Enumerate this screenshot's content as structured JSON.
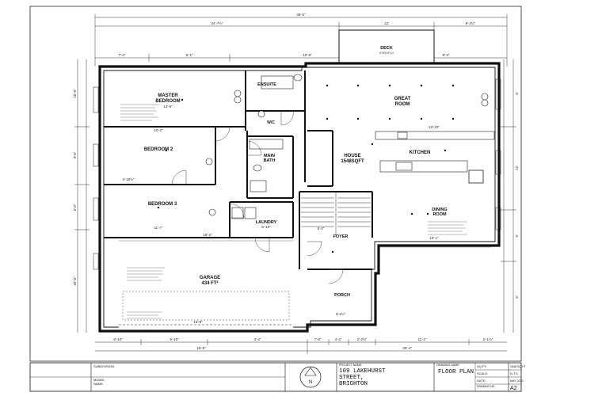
{
  "dimensions": {
    "overall_top": "45'-0\"",
    "top_left": "24'-7½\"",
    "top_mid": "12'",
    "top_right": "8'-4½\"",
    "row2": [
      "7'-4\"",
      "9'-1\"",
      "10'-6\"",
      "8'-4\""
    ],
    "bottom_row1": [
      "8'-10\"",
      "9'-10\"",
      "3'-4\"",
      "7'-6\"",
      "4'-4\"",
      "2'-3½\"",
      "11'-2\"",
      "2'-1½\""
    ],
    "bottom_row2": [
      "18'-8\"",
      "26'-4\""
    ],
    "left": [
      "10'-6\"",
      "9'-6\"",
      "6'-0\"",
      "20'-0\""
    ],
    "right": [
      "6'",
      "12'",
      "9'",
      "6'"
    ]
  },
  "rooms": {
    "deck": "DECK",
    "deck_size": "8'X8'(VIF)±4",
    "master": [
      "MASTER",
      "BEDROOM"
    ],
    "ensuite": "ENSUITE",
    "wic": "W/C",
    "great_room": [
      "GREAT",
      "ROOM"
    ],
    "bedroom2": "BEDROOM 2",
    "main_bath": [
      "MAIN",
      "BATH"
    ],
    "house": [
      "HOUSE",
      "1548SQFT"
    ],
    "kitchen": "KITCHEN",
    "bedroom3": "BEDROOM 3",
    "laundry": "LAUNDRY",
    "laundry_size": "6'-10\"",
    "dining": [
      "DINING",
      "ROOM"
    ],
    "foyer": "FOYER",
    "garage": [
      "GARAGE",
      "434 FT²"
    ],
    "porch": "PORCH"
  },
  "room_dims": {
    "master_w": "13'-6\"",
    "master_h": "10'-2\"",
    "great_w": "13'-10\"",
    "bed2": "4'-10½\"",
    "bed3": "11'-7\"",
    "garage_w": "18'-2\"",
    "garage_h": "19'-8\"",
    "dining": "10'-1\"",
    "foyer_w": "5'-2\"",
    "porch_w": "3'-2½\""
  },
  "title_block": {
    "subdivision_label": "SUBDIVISION:",
    "model_label": "MODEL",
    "name_label": "NAME:",
    "project_label": "PROJECT NAME:",
    "project_name": [
      "109 LAKEHURST",
      "STREET,",
      "BRIGHTON"
    ],
    "drawing_label": "DRAWING NAME:",
    "drawing_name": "FLOOR PLAN",
    "sqft_label": "SQ FT:",
    "sqft_value": "1548 SQ FT",
    "scale_label": "SCALE:",
    "scale_value": "N.T.S",
    "date_label": "DATE:",
    "date_value": "MAY 2023",
    "drawing_no_label": "DRAWING NO:",
    "drawing_no": "A2",
    "north": "N"
  },
  "colors": {
    "wall": "#111111",
    "line": "#222222",
    "paper": "#ffffff"
  }
}
